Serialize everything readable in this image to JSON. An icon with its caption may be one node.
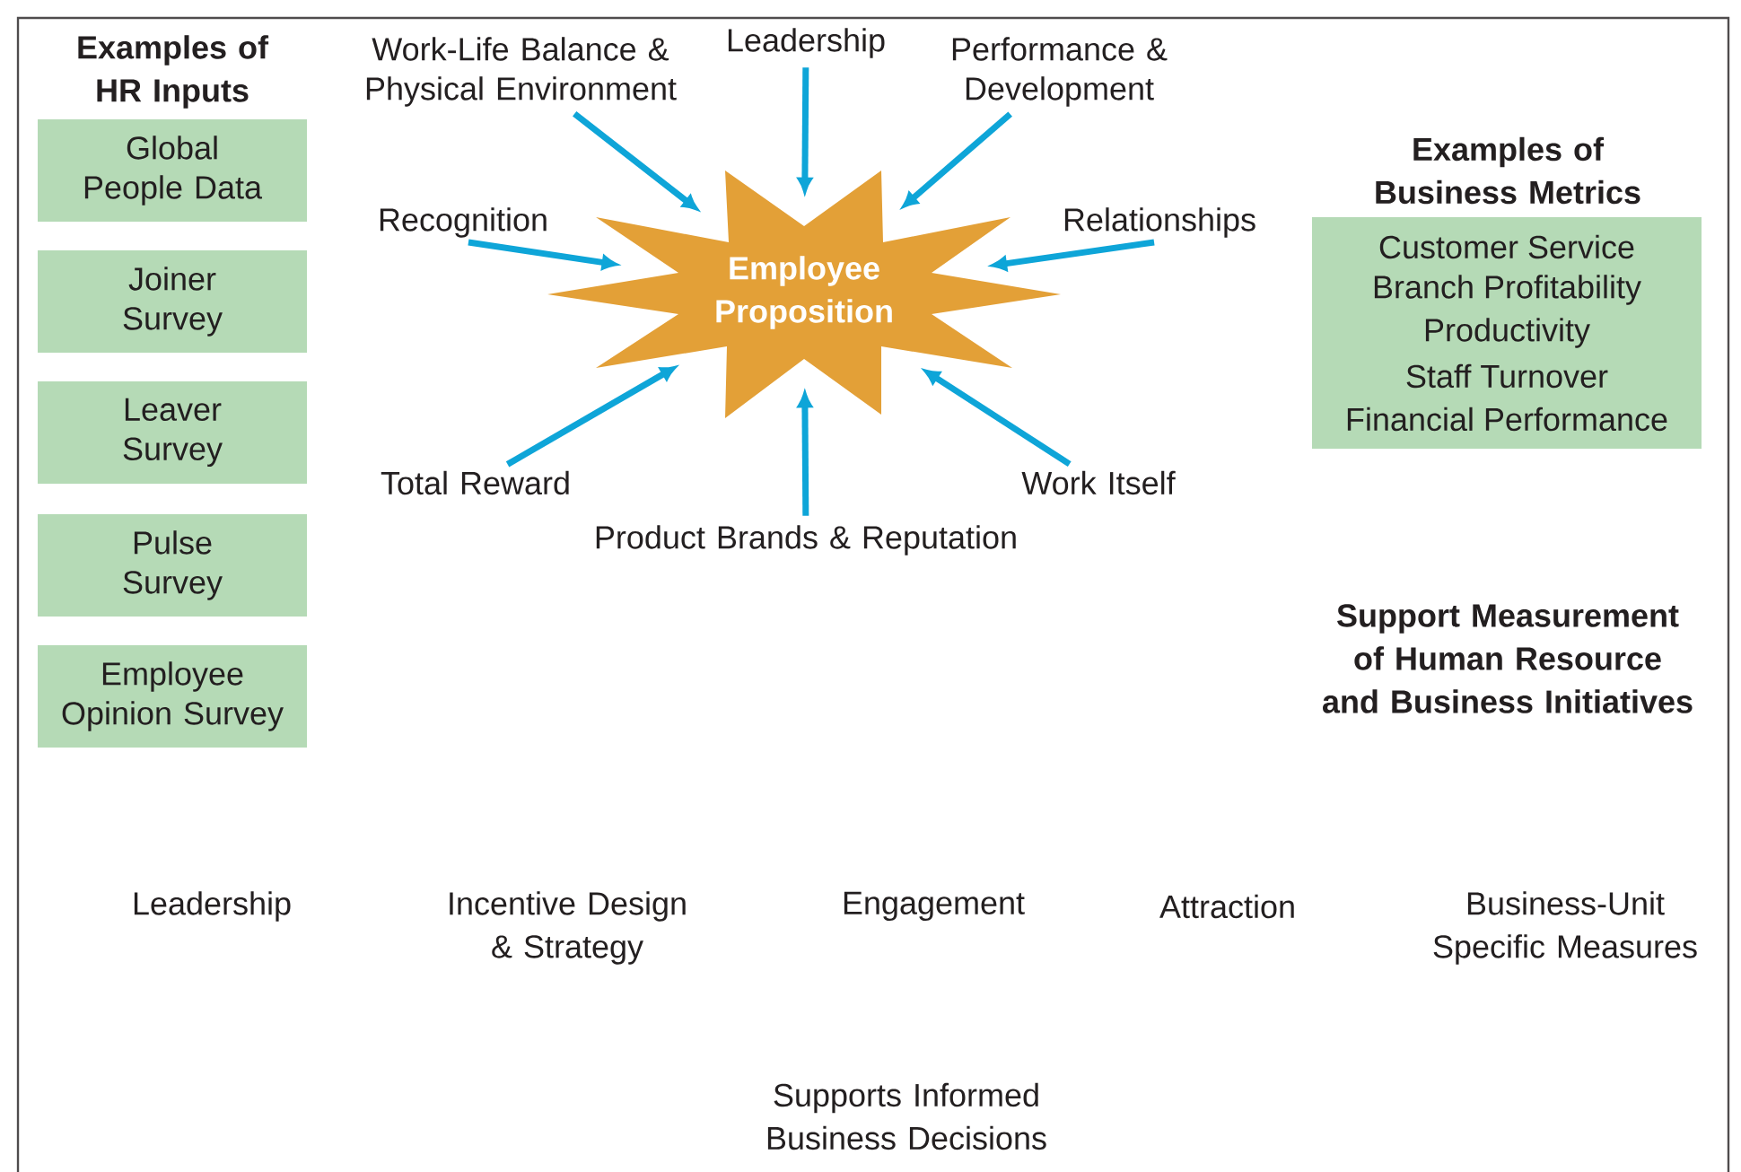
{
  "diagram": {
    "nodes": [
      {
        "text": [
          "Employee Proposition"
        ]
      },
      {
        "text": [
          "Work-Life Balance & Physical Environment"
        ]
      },
      {
        "text": [
          "Leadership"
        ]
      },
      {
        "text": [
          "Performance & Development"
        ]
      },
      {
        "text": [
          "Recognition"
        ]
      },
      {
        "text": [
          "Relationships"
        ]
      },
      {
        "text": [
          "Total Reward"
        ]
      },
      {
        "text": [
          "Work Itself"
        ]
      },
      {
        "text": [
          "Product Brands & Reputation"
        ]
      },
      {
        "text": [
          "Global People Data"
        ]
      },
      {
        "text": [
          "Joiner Survey"
        ]
      },
      {
        "text": [
          "Leaver Survey"
        ]
      },
      {
        "text": [
          "Pulse Survey"
        ]
      },
      {
        "text": [
          "Employee Opinion Survey"
        ]
      },
      {
        "text": [
          "Examples of Business Metrics",
          "Customer Service",
          "Branch Profitability",
          "Productivity",
          "Staff Turnover",
          "Financial Performance"
        ]
      }
    ],
    "edges": [
      {
        "from": 1,
        "to": 0,
        "arrow": "to"
      },
      {
        "from": 2,
        "to": 0,
        "arrow": "to"
      },
      {
        "from": 3,
        "to": 0,
        "arrow": "to"
      },
      {
        "from": 4,
        "to": 0,
        "arrow": "to"
      },
      {
        "from": 5,
        "to": 0,
        "arrow": "to"
      },
      {
        "from": 6,
        "to": 0,
        "arrow": "to"
      },
      {
        "from": 7,
        "to": 0,
        "arrow": "to"
      },
      {
        "from": 8,
        "to": 0,
        "arrow": "to"
      }
    ],
    "labels": [
      "Examples of HR Inputs",
      "Support Measurement of Human Resource and Business Initiatives",
      "Leadership",
      "Incentive Design & Strategy",
      "Engagement",
      "Attraction",
      "Business-Unit Specific Measures",
      "Supports Informed Business Decisions"
    ]
  }
}
